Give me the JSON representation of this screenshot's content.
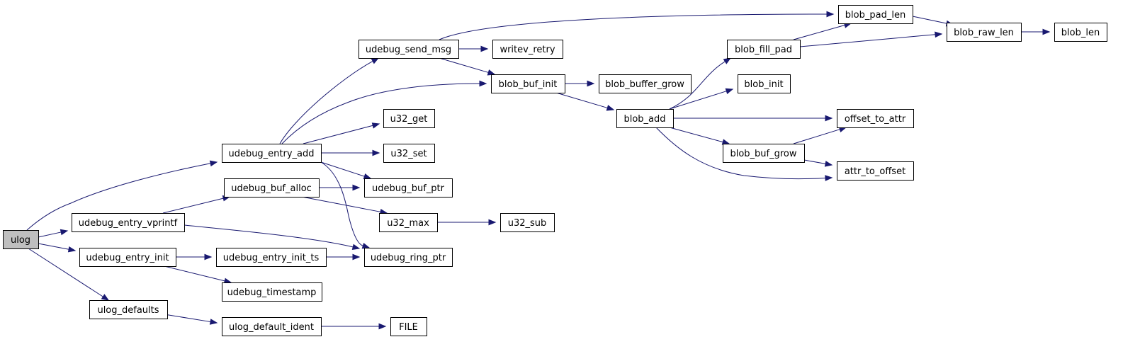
{
  "graph": {
    "nodes": [
      {
        "id": "ulog",
        "label": "ulog",
        "root": true
      },
      {
        "id": "udebug_entry_add",
        "label": "udebug_entry_add"
      },
      {
        "id": "udebug_entry_vprintf",
        "label": "udebug_entry_vprintf"
      },
      {
        "id": "udebug_entry_init",
        "label": "udebug_entry_init"
      },
      {
        "id": "ulog_defaults",
        "label": "ulog_defaults"
      },
      {
        "id": "udebug_send_msg",
        "label": "udebug_send_msg"
      },
      {
        "id": "udebug_buf_alloc",
        "label": "udebug_buf_alloc"
      },
      {
        "id": "udebug_entry_init_ts",
        "label": "udebug_entry_init_ts"
      },
      {
        "id": "udebug_timestamp",
        "label": "udebug_timestamp"
      },
      {
        "id": "ulog_default_ident",
        "label": "ulog_default_ident"
      },
      {
        "id": "writev_retry",
        "label": "writev_retry"
      },
      {
        "id": "blob_buf_init",
        "label": "blob_buf_init"
      },
      {
        "id": "u32_get",
        "label": "u32_get"
      },
      {
        "id": "u32_set",
        "label": "u32_set"
      },
      {
        "id": "udebug_buf_ptr",
        "label": "udebug_buf_ptr"
      },
      {
        "id": "u32_max",
        "label": "u32_max"
      },
      {
        "id": "udebug_ring_ptr",
        "label": "udebug_ring_ptr"
      },
      {
        "id": "FILE",
        "label": "FILE"
      },
      {
        "id": "u32_sub",
        "label": "u32_sub"
      },
      {
        "id": "blob_buffer_grow",
        "label": "blob_buffer_grow"
      },
      {
        "id": "blob_add",
        "label": "blob_add"
      },
      {
        "id": "blob_fill_pad",
        "label": "blob_fill_pad"
      },
      {
        "id": "blob_init",
        "label": "blob_init"
      },
      {
        "id": "blob_buf_grow",
        "label": "blob_buf_grow"
      },
      {
        "id": "blob_pad_len",
        "label": "blob_pad_len"
      },
      {
        "id": "offset_to_attr",
        "label": "offset_to_attr"
      },
      {
        "id": "attr_to_offset",
        "label": "attr_to_offset"
      },
      {
        "id": "blob_raw_len",
        "label": "blob_raw_len"
      },
      {
        "id": "blob_len",
        "label": "blob_len"
      }
    ],
    "edges": [
      {
        "from": "ulog",
        "to": "udebug_entry_add"
      },
      {
        "from": "ulog",
        "to": "udebug_entry_vprintf"
      },
      {
        "from": "ulog",
        "to": "udebug_entry_init"
      },
      {
        "from": "ulog",
        "to": "ulog_defaults"
      },
      {
        "from": "udebug_entry_add",
        "to": "udebug_send_msg"
      },
      {
        "from": "udebug_entry_add",
        "to": "blob_buf_init"
      },
      {
        "from": "udebug_entry_add",
        "to": "u32_get"
      },
      {
        "from": "udebug_entry_add",
        "to": "u32_set"
      },
      {
        "from": "udebug_entry_add",
        "to": "udebug_buf_ptr"
      },
      {
        "from": "udebug_entry_add",
        "to": "udebug_ring_ptr"
      },
      {
        "from": "udebug_send_msg",
        "to": "writev_retry"
      },
      {
        "from": "udebug_send_msg",
        "to": "blob_buf_init"
      },
      {
        "from": "udebug_send_msg",
        "to": "blob_pad_len"
      },
      {
        "from": "blob_buf_init",
        "to": "blob_buffer_grow"
      },
      {
        "from": "blob_buf_init",
        "to": "blob_add"
      },
      {
        "from": "blob_add",
        "to": "blob_fill_pad"
      },
      {
        "from": "blob_add",
        "to": "blob_init"
      },
      {
        "from": "blob_add",
        "to": "offset_to_attr"
      },
      {
        "from": "blob_add",
        "to": "blob_buf_grow"
      },
      {
        "from": "blob_add",
        "to": "attr_to_offset"
      },
      {
        "from": "blob_fill_pad",
        "to": "blob_pad_len"
      },
      {
        "from": "blob_fill_pad",
        "to": "blob_raw_len"
      },
      {
        "from": "blob_pad_len",
        "to": "blob_raw_len"
      },
      {
        "from": "blob_raw_len",
        "to": "blob_len"
      },
      {
        "from": "blob_buf_grow",
        "to": "offset_to_attr"
      },
      {
        "from": "blob_buf_grow",
        "to": "attr_to_offset"
      },
      {
        "from": "udebug_entry_vprintf",
        "to": "udebug_buf_alloc"
      },
      {
        "from": "udebug_entry_vprintf",
        "to": "udebug_ring_ptr"
      },
      {
        "from": "udebug_buf_alloc",
        "to": "udebug_buf_ptr"
      },
      {
        "from": "udebug_buf_alloc",
        "to": "u32_max"
      },
      {
        "from": "u32_max",
        "to": "u32_sub"
      },
      {
        "from": "udebug_entry_init",
        "to": "udebug_entry_init_ts"
      },
      {
        "from": "udebug_entry_init",
        "to": "udebug_timestamp"
      },
      {
        "from": "udebug_entry_init_ts",
        "to": "udebug_ring_ptr"
      },
      {
        "from": "ulog_defaults",
        "to": "ulog_default_ident"
      },
      {
        "from": "ulog_default_ident",
        "to": "FILE"
      }
    ]
  }
}
